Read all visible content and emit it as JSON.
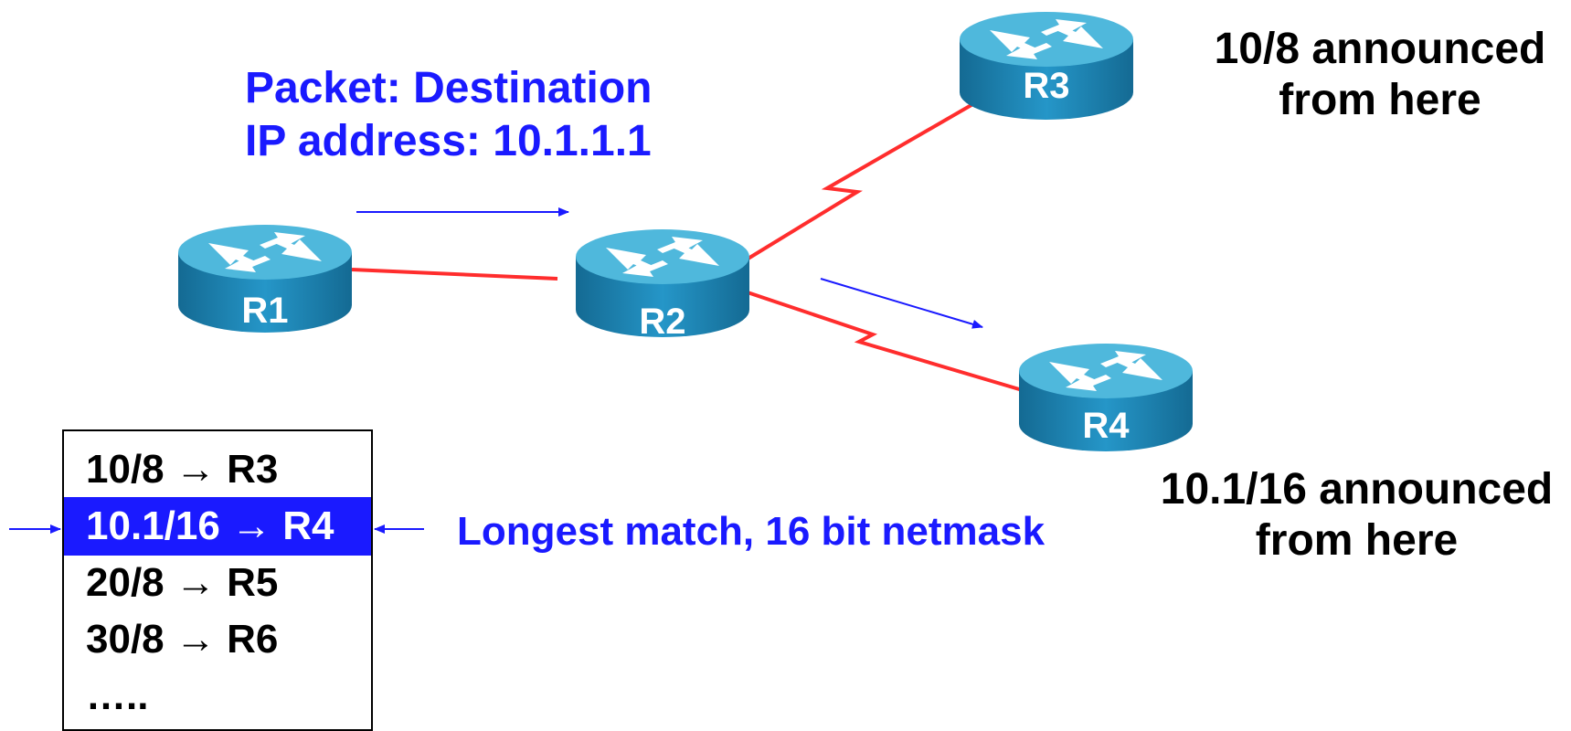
{
  "packet": {
    "line1": "Packet: Destination",
    "line2": "IP address: 10.1.1.1"
  },
  "routers": [
    {
      "id": "R1",
      "label": "R1"
    },
    {
      "id": "R2",
      "label": "R2"
    },
    {
      "id": "R3",
      "label": "R3"
    },
    {
      "id": "R4",
      "label": "R4"
    }
  ],
  "announce_r3": {
    "line1": "10/8 announced",
    "line2": "from here"
  },
  "announce_r4": {
    "line1": "10.1/16 announced",
    "line2": "from here"
  },
  "routing_table": {
    "rows": [
      {
        "prefix": "10/8",
        "arrow": "→",
        "next_hop": "R3",
        "highlighted": false
      },
      {
        "prefix": "10.1/16",
        "arrow": "→",
        "next_hop": "R4",
        "highlighted": true
      },
      {
        "prefix": "20/8",
        "arrow": "→",
        "next_hop": "R5",
        "highlighted": false
      },
      {
        "prefix": "30/8",
        "arrow": "→",
        "next_hop": "R6",
        "highlighted": false
      }
    ],
    "ellipsis": "….."
  },
  "match_note": "Longest match, 16 bit netmask",
  "colors": {
    "link": "#ff2d2d",
    "arrow": "#1a1aff",
    "router_body": "#1e88b8",
    "router_top": "#4fb8dc",
    "highlight": "#1a1aff"
  },
  "icons": {
    "router": "router-icon",
    "arrow": "arrow-right-icon"
  }
}
